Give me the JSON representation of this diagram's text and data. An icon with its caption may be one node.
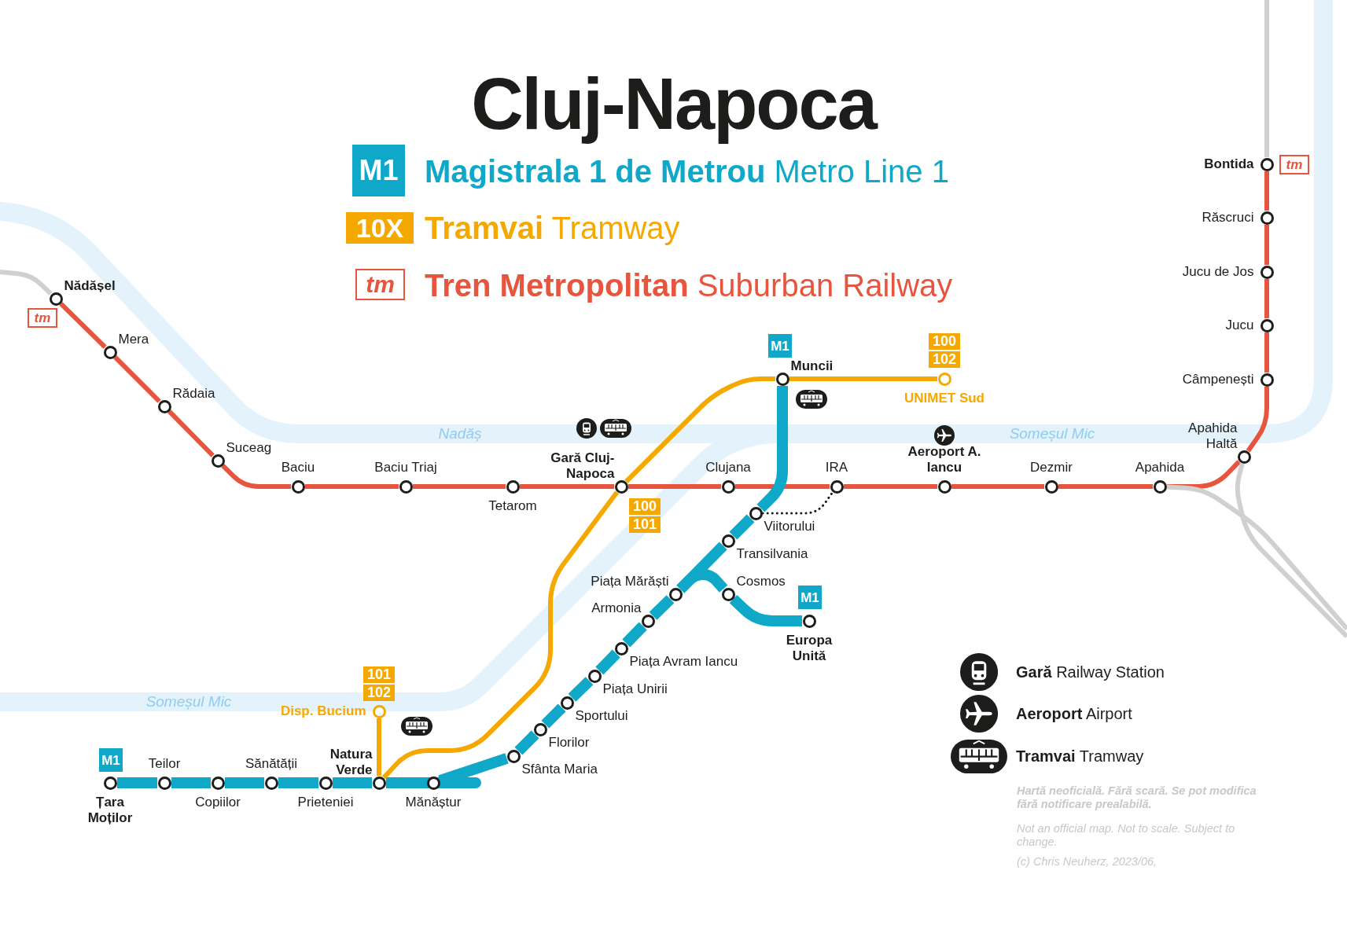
{
  "diagram": {
    "title": "Cluj-Napoca",
    "nodes": [
      {
        "text": [
          "M1"
        ]
      },
      {
        "text": [
          "10X"
        ]
      },
      {
        "text": [
          "tm"
        ]
      },
      {
        "text": [
          "Bontida"
        ]
      },
      {
        "text": [
          "tm"
        ]
      },
      {
        "text": [
          "Răscruci"
        ]
      },
      {
        "text": [
          "Jucu de Jos"
        ]
      },
      {
        "text": [
          "Nădășel"
        ]
      },
      {
        "text": [
          "tm"
        ]
      },
      {
        "text": [
          "Jucu"
        ]
      },
      {
        "text": [
          "Mera"
        ]
      },
      {
        "text": [
          "M1"
        ]
      },
      {
        "text": [
          "100",
          "102"
        ]
      },
      {
        "text": [
          "Muncii"
        ]
      },
      {
        "text": [
          "UNIMET Sud"
        ]
      },
      {
        "text": [
          "Câmpenești"
        ]
      },
      {
        "text": [
          "Rădaia"
        ]
      },
      {
        "text": [
          "Suceag"
        ]
      },
      {
        "text": [
          "Gară Cluj-Napoca"
        ]
      },
      {
        "text": [
          "Aeroport A. Iancu"
        ]
      },
      {
        "text": [
          "Apahida Haltă"
        ]
      },
      {
        "text": [
          "Baciu"
        ]
      },
      {
        "text": [
          "Baciu Triaj"
        ]
      },
      {
        "text": [
          "Tetarom"
        ]
      },
      {
        "text": [
          "Clujana"
        ]
      },
      {
        "text": [
          "IRA"
        ]
      },
      {
        "text": [
          "Dezmir"
        ]
      },
      {
        "text": [
          "Apahida"
        ]
      },
      {
        "text": [
          "100",
          "101"
        ]
      },
      {
        "text": [
          "Viitorului"
        ]
      },
      {
        "text": [
          "Transilvania"
        ]
      },
      {
        "text": [
          "Piața Mărăști"
        ]
      },
      {
        "text": [
          "Cosmos"
        ]
      },
      {
        "text": [
          "M1"
        ]
      },
      {
        "text": [
          "Armonia"
        ]
      },
      {
        "text": [
          "Europa Unită"
        ]
      },
      {
        "text": [
          "Piața Avram Iancu"
        ]
      },
      {
        "text": [
          "Piața Unirii"
        ]
      },
      {
        "text": [
          "Sportului"
        ]
      },
      {
        "text": [
          "Florilor"
        ]
      },
      {
        "text": [
          "101",
          "102"
        ]
      },
      {
        "text": [
          "Disp. Bucium"
        ]
      },
      {
        "text": [
          "Sfânta Maria"
        ]
      },
      {
        "text": [
          "Natura Verde"
        ]
      },
      {
        "text": [
          "M1"
        ]
      },
      {
        "text": [
          "Teilor"
        ]
      },
      {
        "text": [
          "Sănătății"
        ]
      },
      {
        "text": [
          "Țara Moților"
        ]
      },
      {
        "text": [
          "Copiilor"
        ]
      },
      {
        "text": [
          "Prieteniei"
        ]
      },
      {
        "text": [
          "Mănăștur"
        ]
      }
    ],
    "edges": [
      {
        "from": 7,
        "to": 10,
        "arrow": "none",
        "color": "#e8553e"
      },
      {
        "from": 10,
        "to": 16,
        "arrow": "none",
        "color": "#e8553e"
      },
      {
        "from": 16,
        "to": 17,
        "arrow": "none",
        "color": "#e8553e"
      },
      {
        "from": 17,
        "to": 21,
        "arrow": "none",
        "color": "#e8553e"
      },
      {
        "from": 21,
        "to": 22,
        "arrow": "none",
        "color": "#e8553e"
      },
      {
        "from": 22,
        "to": 23,
        "arrow": "none",
        "color": "#e8553e"
      },
      {
        "from": 23,
        "to": 18,
        "arrow": "none",
        "color": "#e8553e"
      },
      {
        "from": 18,
        "to": 24,
        "arrow": "none",
        "color": "#e8553e"
      },
      {
        "from": 24,
        "to": 25,
        "arrow": "none",
        "color": "#e8553e"
      },
      {
        "from": 25,
        "to": 19,
        "arrow": "none",
        "color": "#e8553e"
      },
      {
        "from": 19,
        "to": 26,
        "arrow": "none",
        "color": "#e8553e"
      },
      {
        "from": 26,
        "to": 27,
        "arrow": "none",
        "color": "#e8553e"
      },
      {
        "from": 27,
        "to": 20,
        "arrow": "none",
        "color": "#e8553e"
      },
      {
        "from": 20,
        "to": 15,
        "arrow": "none",
        "color": "#e8553e"
      },
      {
        "from": 15,
        "to": 9,
        "arrow": "none",
        "color": "#e8553e"
      },
      {
        "from": 9,
        "to": 6,
        "arrow": "none",
        "color": "#e8553e"
      },
      {
        "from": 6,
        "to": 5,
        "arrow": "none",
        "color": "#e8553e"
      },
      {
        "from": 5,
        "to": 3,
        "arrow": "none",
        "color": "#e8553e"
      },
      {
        "from": 7,
        "to": null,
        "arrow": "none",
        "color": "#d0d0d0"
      },
      {
        "from": 3,
        "to": null,
        "arrow": "none",
        "color": "#d0d0d0"
      },
      {
        "from": 27,
        "to": null,
        "arrow": "none",
        "color": "#d0d0d0"
      },
      {
        "from": 20,
        "to": null,
        "arrow": "none",
        "color": "#d0d0d0"
      },
      {
        "from": 47,
        "to": 45,
        "arrow": "none",
        "style": "thick",
        "color": "#0fa8c8"
      },
      {
        "from": 45,
        "to": 48,
        "arrow": "none",
        "style": "thick",
        "color": "#0fa8c8"
      },
      {
        "from": 48,
        "to": 46,
        "arrow": "none",
        "style": "thick",
        "color": "#0fa8c8"
      },
      {
        "from": 46,
        "to": 49,
        "arrow": "none",
        "style": "thick",
        "color": "#0fa8c8"
      },
      {
        "from": 49,
        "to": 43,
        "arrow": "none",
        "style": "thick",
        "color": "#0fa8c8"
      },
      {
        "from": 43,
        "to": 50,
        "arrow": "none",
        "style": "thick",
        "color": "#0fa8c8"
      },
      {
        "from": 50,
        "to": 42,
        "arrow": "none",
        "style": "thick",
        "color": "#0fa8c8"
      },
      {
        "from": 42,
        "to": 39,
        "arrow": "none",
        "style": "thick",
        "color": "#0fa8c8"
      },
      {
        "from": 39,
        "to": 38,
        "arrow": "none",
        "style": "thick",
        "color": "#0fa8c8"
      },
      {
        "from": 38,
        "to": 37,
        "arrow": "none",
        "style": "thick",
        "color": "#0fa8c8"
      },
      {
        "from": 37,
        "to": 36,
        "arrow": "none",
        "style": "thick",
        "color": "#0fa8c8"
      },
      {
        "from": 36,
        "to": 34,
        "arrow": "none",
        "style": "thick",
        "color": "#0fa8c8"
      },
      {
        "from": 34,
        "to": 31,
        "arrow": "none",
        "style": "thick",
        "color": "#0fa8c8"
      },
      {
        "from": 31,
        "to": 30,
        "arrow": "none",
        "style": "thick",
        "color": "#0fa8c8"
      },
      {
        "from": 30,
        "to": 29,
        "arrow": "none",
        "style": "thick",
        "color": "#0fa8c8"
      },
      {
        "from": 29,
        "to": 13,
        "arrow": "none",
        "style": "thick",
        "color": "#0fa8c8"
      },
      {
        "from": 31,
        "to": 32,
        "arrow": "none",
        "style": "thick",
        "color": "#0fa8c8"
      },
      {
        "from": 32,
        "to": 35,
        "arrow": "none",
        "style": "thick",
        "color": "#0fa8c8"
      },
      {
        "from": 41,
        "to": 43,
        "arrow": "none",
        "color": "#f5a800"
      },
      {
        "from": 43,
        "to": 18,
        "arrow": "none",
        "color": "#f5a800"
      },
      {
        "from": 18,
        "to": 13,
        "arrow": "none",
        "color": "#f5a800"
      },
      {
        "from": 13,
        "to": 14,
        "arrow": "none",
        "color": "#f5a800"
      },
      {
        "from": 29,
        "to": 25,
        "arrow": "none",
        "style": "dashed",
        "color": "#1d1d1b"
      }
    ],
    "labels": [
      "Nadăș",
      "Someșul Mic",
      "Someșul Mic",
      "Hartă neoficială. Fără scară. Se pot modifica fără notificare prealabilă.",
      "Not an official map. Not to scale. Subject to change.",
      "(c) Chris Neuherz, 2023/06,"
    ],
    "legend": [
      {
        "text": "**Magistrala 1 de Metrou** Metro Line 1"
      },
      {
        "text": "**Tramvai** Tramway"
      },
      {
        "text": "**Tren Metropolitan** Suburban Railway"
      },
      {
        "text": "**Gară** Railway Station"
      },
      {
        "text": "**Aeroport** Airport"
      },
      {
        "text": "**Tramvai** Tramway"
      }
    ]
  }
}
